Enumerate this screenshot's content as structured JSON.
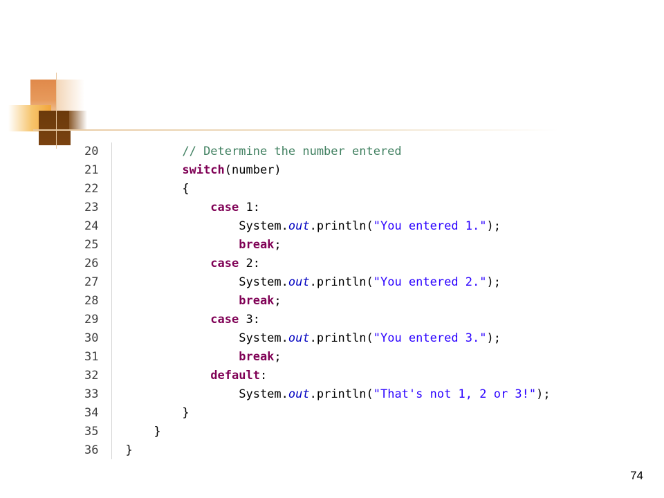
{
  "slide": {
    "page_number": "74"
  },
  "code": {
    "lines": [
      {
        "num": "20",
        "indent": "        ",
        "tokens": [
          {
            "t": "// Determine the number entered",
            "c": "cm"
          }
        ]
      },
      {
        "num": "21",
        "indent": "        ",
        "tokens": [
          {
            "t": "switch",
            "c": "kw"
          },
          {
            "t": "(number)",
            "c": ""
          }
        ]
      },
      {
        "num": "22",
        "indent": "        ",
        "tokens": [
          {
            "t": "{",
            "c": ""
          }
        ]
      },
      {
        "num": "23",
        "indent": "            ",
        "tokens": [
          {
            "t": "case",
            "c": "kw"
          },
          {
            "t": " 1:",
            "c": ""
          }
        ]
      },
      {
        "num": "24",
        "indent": "                ",
        "tokens": [
          {
            "t": "System.",
            "c": ""
          },
          {
            "t": "out",
            "c": "fld"
          },
          {
            "t": ".println(",
            "c": ""
          },
          {
            "t": "\"You entered 1.\"",
            "c": "st"
          },
          {
            "t": ");",
            "c": ""
          }
        ]
      },
      {
        "num": "25",
        "indent": "                ",
        "tokens": [
          {
            "t": "break",
            "c": "kw"
          },
          {
            "t": ";",
            "c": ""
          }
        ]
      },
      {
        "num": "26",
        "indent": "            ",
        "tokens": [
          {
            "t": "case",
            "c": "kw"
          },
          {
            "t": " 2:",
            "c": ""
          }
        ]
      },
      {
        "num": "27",
        "indent": "                ",
        "tokens": [
          {
            "t": "System.",
            "c": ""
          },
          {
            "t": "out",
            "c": "fld"
          },
          {
            "t": ".println(",
            "c": ""
          },
          {
            "t": "\"You entered 2.\"",
            "c": "st"
          },
          {
            "t": ");",
            "c": ""
          }
        ]
      },
      {
        "num": "28",
        "indent": "                ",
        "tokens": [
          {
            "t": "break",
            "c": "kw"
          },
          {
            "t": ";",
            "c": ""
          }
        ]
      },
      {
        "num": "29",
        "indent": "            ",
        "tokens": [
          {
            "t": "case",
            "c": "kw"
          },
          {
            "t": " 3:",
            "c": ""
          }
        ]
      },
      {
        "num": "30",
        "indent": "                ",
        "tokens": [
          {
            "t": "System.",
            "c": ""
          },
          {
            "t": "out",
            "c": "fld"
          },
          {
            "t": ".println(",
            "c": ""
          },
          {
            "t": "\"You entered 3.\"",
            "c": "st"
          },
          {
            "t": ");",
            "c": ""
          }
        ]
      },
      {
        "num": "31",
        "indent": "                ",
        "tokens": [
          {
            "t": "break",
            "c": "kw"
          },
          {
            "t": ";",
            "c": ""
          }
        ]
      },
      {
        "num": "32",
        "indent": "            ",
        "tokens": [
          {
            "t": "default",
            "c": "kw"
          },
          {
            "t": ":",
            "c": ""
          }
        ]
      },
      {
        "num": "33",
        "indent": "                ",
        "tokens": [
          {
            "t": "System.",
            "c": ""
          },
          {
            "t": "out",
            "c": "fld"
          },
          {
            "t": ".println(",
            "c": ""
          },
          {
            "t": "\"That's not 1, 2 or 3!\"",
            "c": "st"
          },
          {
            "t": ");",
            "c": ""
          }
        ]
      },
      {
        "num": "34",
        "indent": "        ",
        "tokens": [
          {
            "t": "}",
            "c": ""
          }
        ]
      },
      {
        "num": "35",
        "indent": "    ",
        "tokens": [
          {
            "t": "}",
            "c": ""
          }
        ]
      },
      {
        "num": "36",
        "indent": "",
        "tokens": [
          {
            "t": "}",
            "c": ""
          }
        ]
      }
    ]
  },
  "colors": {
    "keyword": "#7f0055",
    "comment": "#3f7f5f",
    "string": "#2a00ff",
    "field": "#0000c0",
    "accent_orange": "#e0894a",
    "accent_brown": "#6b3a0b"
  }
}
